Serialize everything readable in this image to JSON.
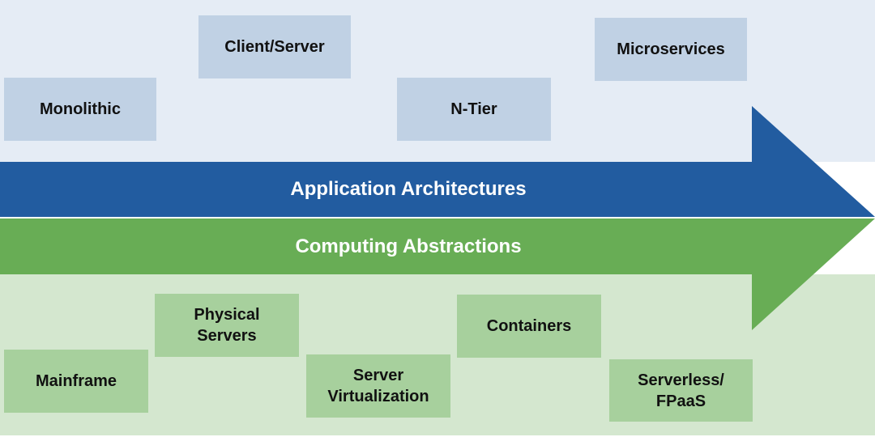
{
  "colors": {
    "top_background": "#e5ecf5",
    "bottom_background": "#d4e7cf",
    "arch_arrow": "#225ca0",
    "comp_arrow": "#68ad55",
    "arch_box": "#c0d1e4",
    "comp_box": "#a7d09d",
    "box_text": "#111111",
    "arrow_text": "#ffffff"
  },
  "arrows": {
    "architectures_label": "Application Architectures",
    "computing_label": "Computing Abstractions"
  },
  "architectures": [
    {
      "label": "Monolithic"
    },
    {
      "label": "Client/Server"
    },
    {
      "label": "N-Tier"
    },
    {
      "label": "Microservices"
    }
  ],
  "computing": [
    {
      "label": "Mainframe"
    },
    {
      "label": "Physical\nServers"
    },
    {
      "label": "Server\nVirtualization"
    },
    {
      "label": "Containers"
    },
    {
      "label": "Serverless/\nFPaaS"
    }
  ]
}
